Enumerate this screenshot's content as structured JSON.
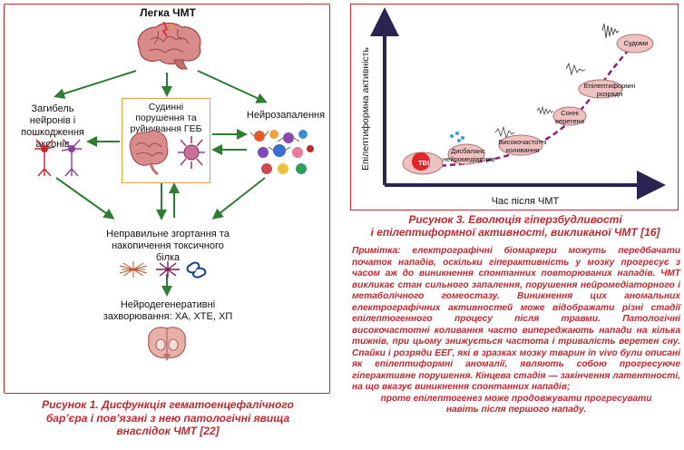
{
  "figure1": {
    "title": "Легка ЧМТ",
    "center_box": "Судинні порушення та руйнування ГЕБ",
    "left_label": "Загибель нейронів і пошкодження аксонів",
    "right_label": "Нейрозапалення",
    "mid_label": "Неправильне згортання та накопичення токсичного білка",
    "bottom_label_line1": "Нейродегенеративні",
    "bottom_label_line2": "захворювання: ХА, ХТЕ, ХП",
    "caption_line1": "Рисунок 1. Дисфункція гематоенцефалічного",
    "caption_line2": "бар’єра і пов’язані з нею патологічні явища",
    "caption_line3": "внаслідок ЧМТ [22]"
  },
  "figure3": {
    "ylabel": "Епілептиформна активність",
    "xlabel": "Час після ЧМТ",
    "stages": [
      {
        "label": "TBI"
      },
      {
        "label": "Дисбаланс нейромедіаторів"
      },
      {
        "label": "Високочастотні коливання"
      },
      {
        "label": "Сонні веретена"
      },
      {
        "label": "Епілептиформні розряди"
      },
      {
        "label": "Судоми"
      }
    ],
    "caption_line1": "Рисунок 3. Еволюція гіперзбудливості",
    "caption_line2": "і епілептиформної активності, викликаної ЧМТ [16]"
  },
  "note": {
    "text": "Примітка: електрографічні біомаркери можуть передбачати початок нападів, оскільки гіперактивність у мозку прогресує з часом аж до виникнення спонтанних повторюваних нападів. ЧМТ викликає стан сильного запалення, порушення нейромедіаторного і метаболічного гомеостазу. Виникнення цих аномальних електрографічних активностей може відображати різні стадії епілептогенного процесу після травми. Патологічні високочастотні коливання часто випереджають напади на кілька тижнів, при цьому знижується частота і тривалість веретен сну. Спайки і розряди ЕЕГ, які в зразках мозку тварин in vivo були описані як епілептиформні аномалії, являють собою прогресуюче гіперактивне порушення. Кінцева стадія — закінчення латентності, на що вказує виникнення спонтанних нападів;",
    "last_line1": "проте епілептогенез може продовжувати прогресувати",
    "last_line2": "навіть після першого нападу."
  },
  "colors": {
    "accent": "#c0292f",
    "arrow": "#2e7d32",
    "box_border": "#e8a13a",
    "curve": "#8e1e6e",
    "axis": "#2a2550"
  }
}
